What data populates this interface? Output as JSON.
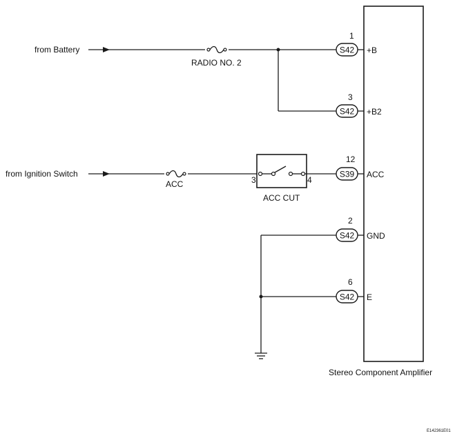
{
  "sources": {
    "battery": "from Battery",
    "ignition": "from Ignition Switch"
  },
  "fuses": {
    "radio": "RADIO NO. 2",
    "acc": "ACC"
  },
  "relay": {
    "label": "ACC CUT",
    "pin_in": "3",
    "pin_out": "4"
  },
  "connectors": [
    {
      "pin_no": "1",
      "code": "S42",
      "terminal": "+B"
    },
    {
      "pin_no": "3",
      "code": "S42",
      "terminal": "+B2"
    },
    {
      "pin_no": "12",
      "code": "S39",
      "terminal": "ACC"
    },
    {
      "pin_no": "2",
      "code": "S42",
      "terminal": "GND"
    },
    {
      "pin_no": "6",
      "code": "S42",
      "terminal": "E"
    }
  ],
  "component": {
    "name": "Stereo Component Amplifier"
  },
  "figure_id": "E142361E01"
}
